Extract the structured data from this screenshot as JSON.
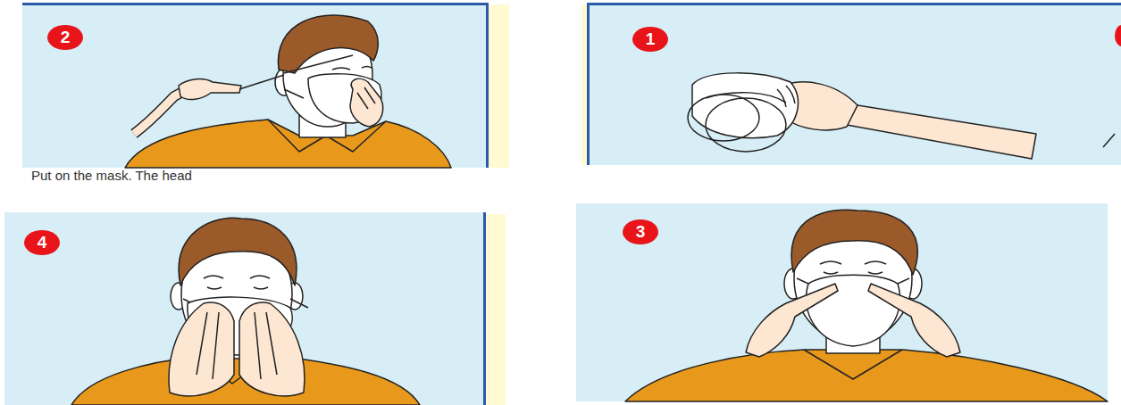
{
  "diagram": {
    "nodes": [
      {
        "text": [
          "2"
        ]
      },
      {
        "text": [
          "1"
        ]
      },
      {
        "text": [
          "4"
        ]
      },
      {
        "text": [
          "3"
        ]
      }
    ],
    "labels": [
      "Put on the mask. The head"
    ]
  }
}
